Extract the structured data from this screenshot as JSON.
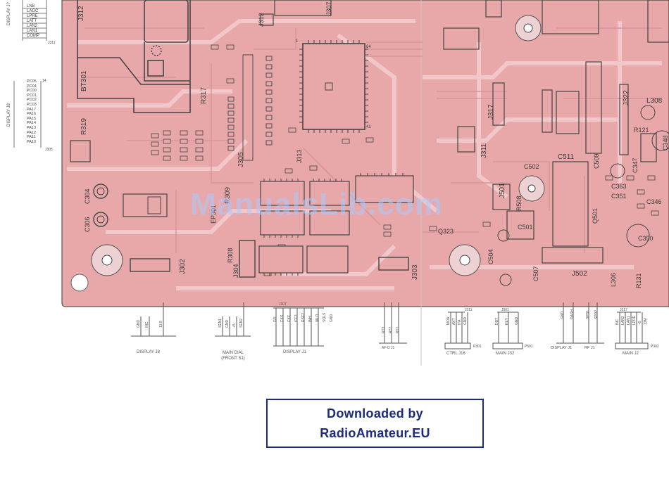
{
  "watermark": "ManualsLib.com",
  "download_box": {
    "line1": "Downloaded by",
    "line2": "RadioAmateur.EU"
  },
  "colors": {
    "board": "#e8a8aa",
    "trace": "#d48c92",
    "outline": "#444444",
    "download_text": "#1c2a80"
  },
  "left_connectors": {
    "top_label": "DISPLAY J?",
    "top_pins": [
      "LN8",
      "LAGC",
      "LPRE",
      "LATT",
      "LAN2",
      "LAN1",
      "COMP"
    ],
    "top_ref": "J311",
    "bottom_label": "DISPLAY J8",
    "bottom_pins": [
      "PC05",
      "PC04",
      "PC00",
      "PC01",
      "PC02",
      "PC03",
      "PA17",
      "PA16",
      "PA15",
      "PA14",
      "PA13",
      "PA12",
      "PA11",
      "PA10"
    ],
    "bottom_ref": "J305",
    "pin_number": "14"
  },
  "refdes": [
    "J312",
    "BT301",
    "R317",
    "R319",
    "C304",
    "C306",
    "EP301",
    "R309",
    "J302",
    "J304",
    "R308",
    "J305",
    "J313",
    "J303",
    "J317",
    "J311",
    "Q323",
    "J501",
    "C502",
    "R508",
    "C501",
    "C504",
    "C507",
    "J502",
    "C511",
    "C509",
    "Q501",
    "L306",
    "R131",
    "L308",
    "R121",
    "C348",
    "C363",
    "C351",
    "C346",
    "C350",
    "C347",
    "J322",
    "J307"
  ],
  "bottom_connectors": [
    {
      "name": "DISPLAY J8",
      "pins": [
        "GND",
        "INC",
        "13.8"
      ]
    },
    {
      "name": "MAIN DIAL (FRONT S1)",
      "pins": [
        "SEN1",
        "GND",
        "+5",
        "SEN2"
      ]
    },
    {
      "name": "DISPLAY J1",
      "ref": "J307",
      "pins": [
        "GD",
        "CKS",
        "CKE",
        "ICE1",
        "RSE2",
        "INH",
        "IALO",
        "SQLS",
        "GND"
      ]
    },
    {
      "name": "AF-D J1",
      "pins": [
        "RT3",
        "RT2",
        "RT1"
      ]
    },
    {
      "name": "CTRL J16",
      "ref": "J311",
      "connector": "P301",
      "pins": [
        "MOA",
        "AKT",
        "ITA",
        "GND"
      ]
    },
    {
      "name": "MAIN J32",
      "ref": "J501",
      "connector": "P501",
      "pins": [
        "DDT",
        "KEY",
        "GND"
      ]
    },
    {
      "name": "DISPLAY J1",
      "pins": [
        "GND",
        "DASH"
      ]
    },
    {
      "name": "RF J1",
      "pins": [
        "SPD1",
        "SPD2"
      ]
    },
    {
      "name": "MAIN J2",
      "ref": "J317",
      "connector": "P302",
      "pins": [
        "INC",
        "LAN2",
        "LAN1",
        "LPRE",
        "+5",
        "13M"
      ]
    }
  ]
}
